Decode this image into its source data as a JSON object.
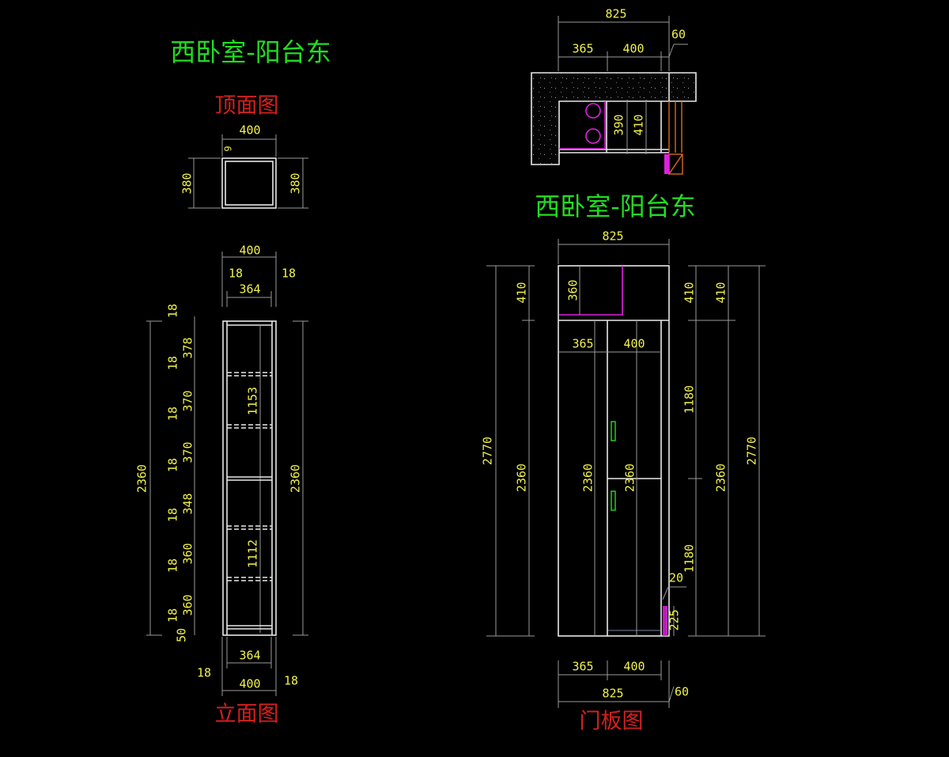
{
  "left": {
    "title": "西卧室-阳台东",
    "top_view_label": "顶面图",
    "elevation_label": "立面图",
    "top_view_dims": {
      "width": "400",
      "panel": "9",
      "depth_left": "380",
      "depth_right": "380"
    },
    "elevation_top_dims": {
      "width": "400",
      "side_left": "18",
      "inner": "364",
      "side_right": "18"
    },
    "elevation_bottom_dims": {
      "inner": "364",
      "side_left": "18",
      "side_right": "18",
      "width": "400"
    },
    "height_left": "2360",
    "height_right": "2360",
    "section_heights": {
      "upper": "1153",
      "lower": "1112"
    },
    "chain_dims": [
      "18",
      "378",
      "18",
      "370",
      "18",
      "370",
      "18",
      "348",
      "18",
      "360",
      "18",
      "360",
      "18",
      "50"
    ]
  },
  "right": {
    "title": "西卧室-阳台东",
    "door_label": "门板图",
    "plan_dims": {
      "total": "825",
      "offset": "60",
      "left": "365",
      "right": "400",
      "depth1": "390",
      "depth2": "410"
    },
    "elevation_dims": {
      "top_total": "825",
      "top_box": "360",
      "left_width": "365",
      "right_width": "400",
      "left_door_height": "2360",
      "right_door_height": "2360",
      "right_top": "410",
      "right_upper": "1180",
      "right_lower": "1180",
      "gap": "20",
      "base": "225",
      "right_mid": "2360",
      "right_top2": "410",
      "right_total": "2770",
      "left_total": "2770",
      "left_top": "410",
      "left_mid": "2360",
      "bottom_left": "365",
      "bottom_right": "400",
      "bottom_offset": "60",
      "bottom_total": "825"
    }
  },
  "colors": {
    "background": "#000000",
    "dimension_text": "#f2f24a",
    "title": "#22dd22",
    "label": "#d42020",
    "outline": "#e8e8e8"
  }
}
